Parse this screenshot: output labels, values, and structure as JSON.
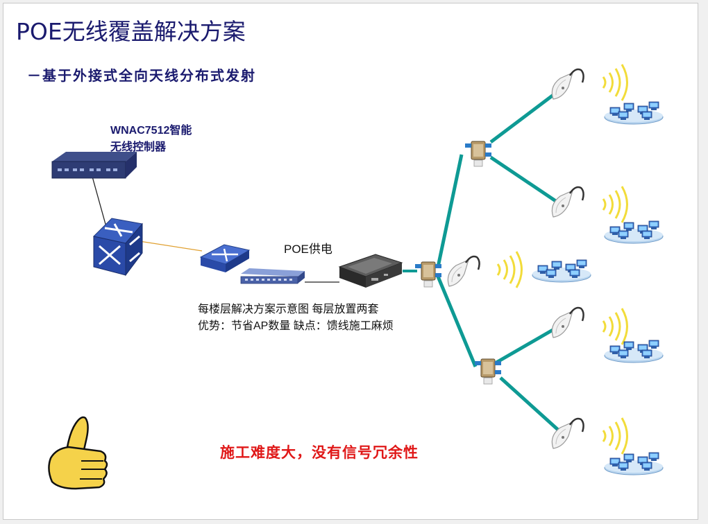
{
  "title": "POE无线覆盖解决方案",
  "subtitle": "－基于外接式全向天线分布式发射",
  "controller": {
    "line1": "WNAC7512智能",
    "line2": "无线控制器"
  },
  "poe_label": "POE供电",
  "notes": {
    "line1": "每楼层解决方案示意图 每层放置两套",
    "line2": "优势：节省AP数量 缺点：馈线施工麻烦"
  },
  "warning": "施工难度大，没有信号冗余性",
  "colors": {
    "title": "#1a1a6e",
    "feeder_cable": "#0e9a94",
    "uplink_cable": "#e0a030",
    "warning": "#e01818"
  },
  "icons": [
    "controller-device",
    "core-switch-icon",
    "access-switch-icon",
    "poe-switch-icon",
    "ap-device-icon",
    "splitter-icon",
    "antenna-icon",
    "wifi-signal-icon",
    "client-group-icon",
    "thumbs-up-icon"
  ]
}
